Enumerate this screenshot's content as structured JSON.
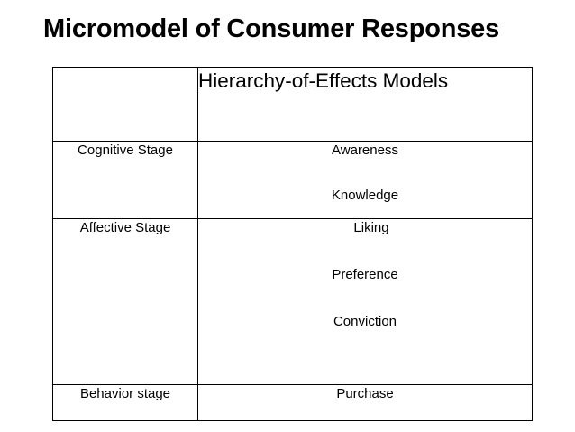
{
  "slide": {
    "title": "Micromodel of Consumer Responses",
    "background_color": "#ffffff",
    "text_color": "#000000",
    "border_color": "#000000"
  },
  "table": {
    "header": {
      "stage_column": "",
      "model_column": "Hierarchy-of-Effects Models"
    },
    "rows": [
      {
        "stage": "Cognitive Stage",
        "steps": [
          "Awareness",
          "Knowledge"
        ]
      },
      {
        "stage": "Affective Stage",
        "steps": [
          "Liking",
          "Preference",
          "Conviction"
        ]
      },
      {
        "stage": "Behavior stage",
        "steps": [
          "Purchase"
        ]
      }
    ]
  }
}
